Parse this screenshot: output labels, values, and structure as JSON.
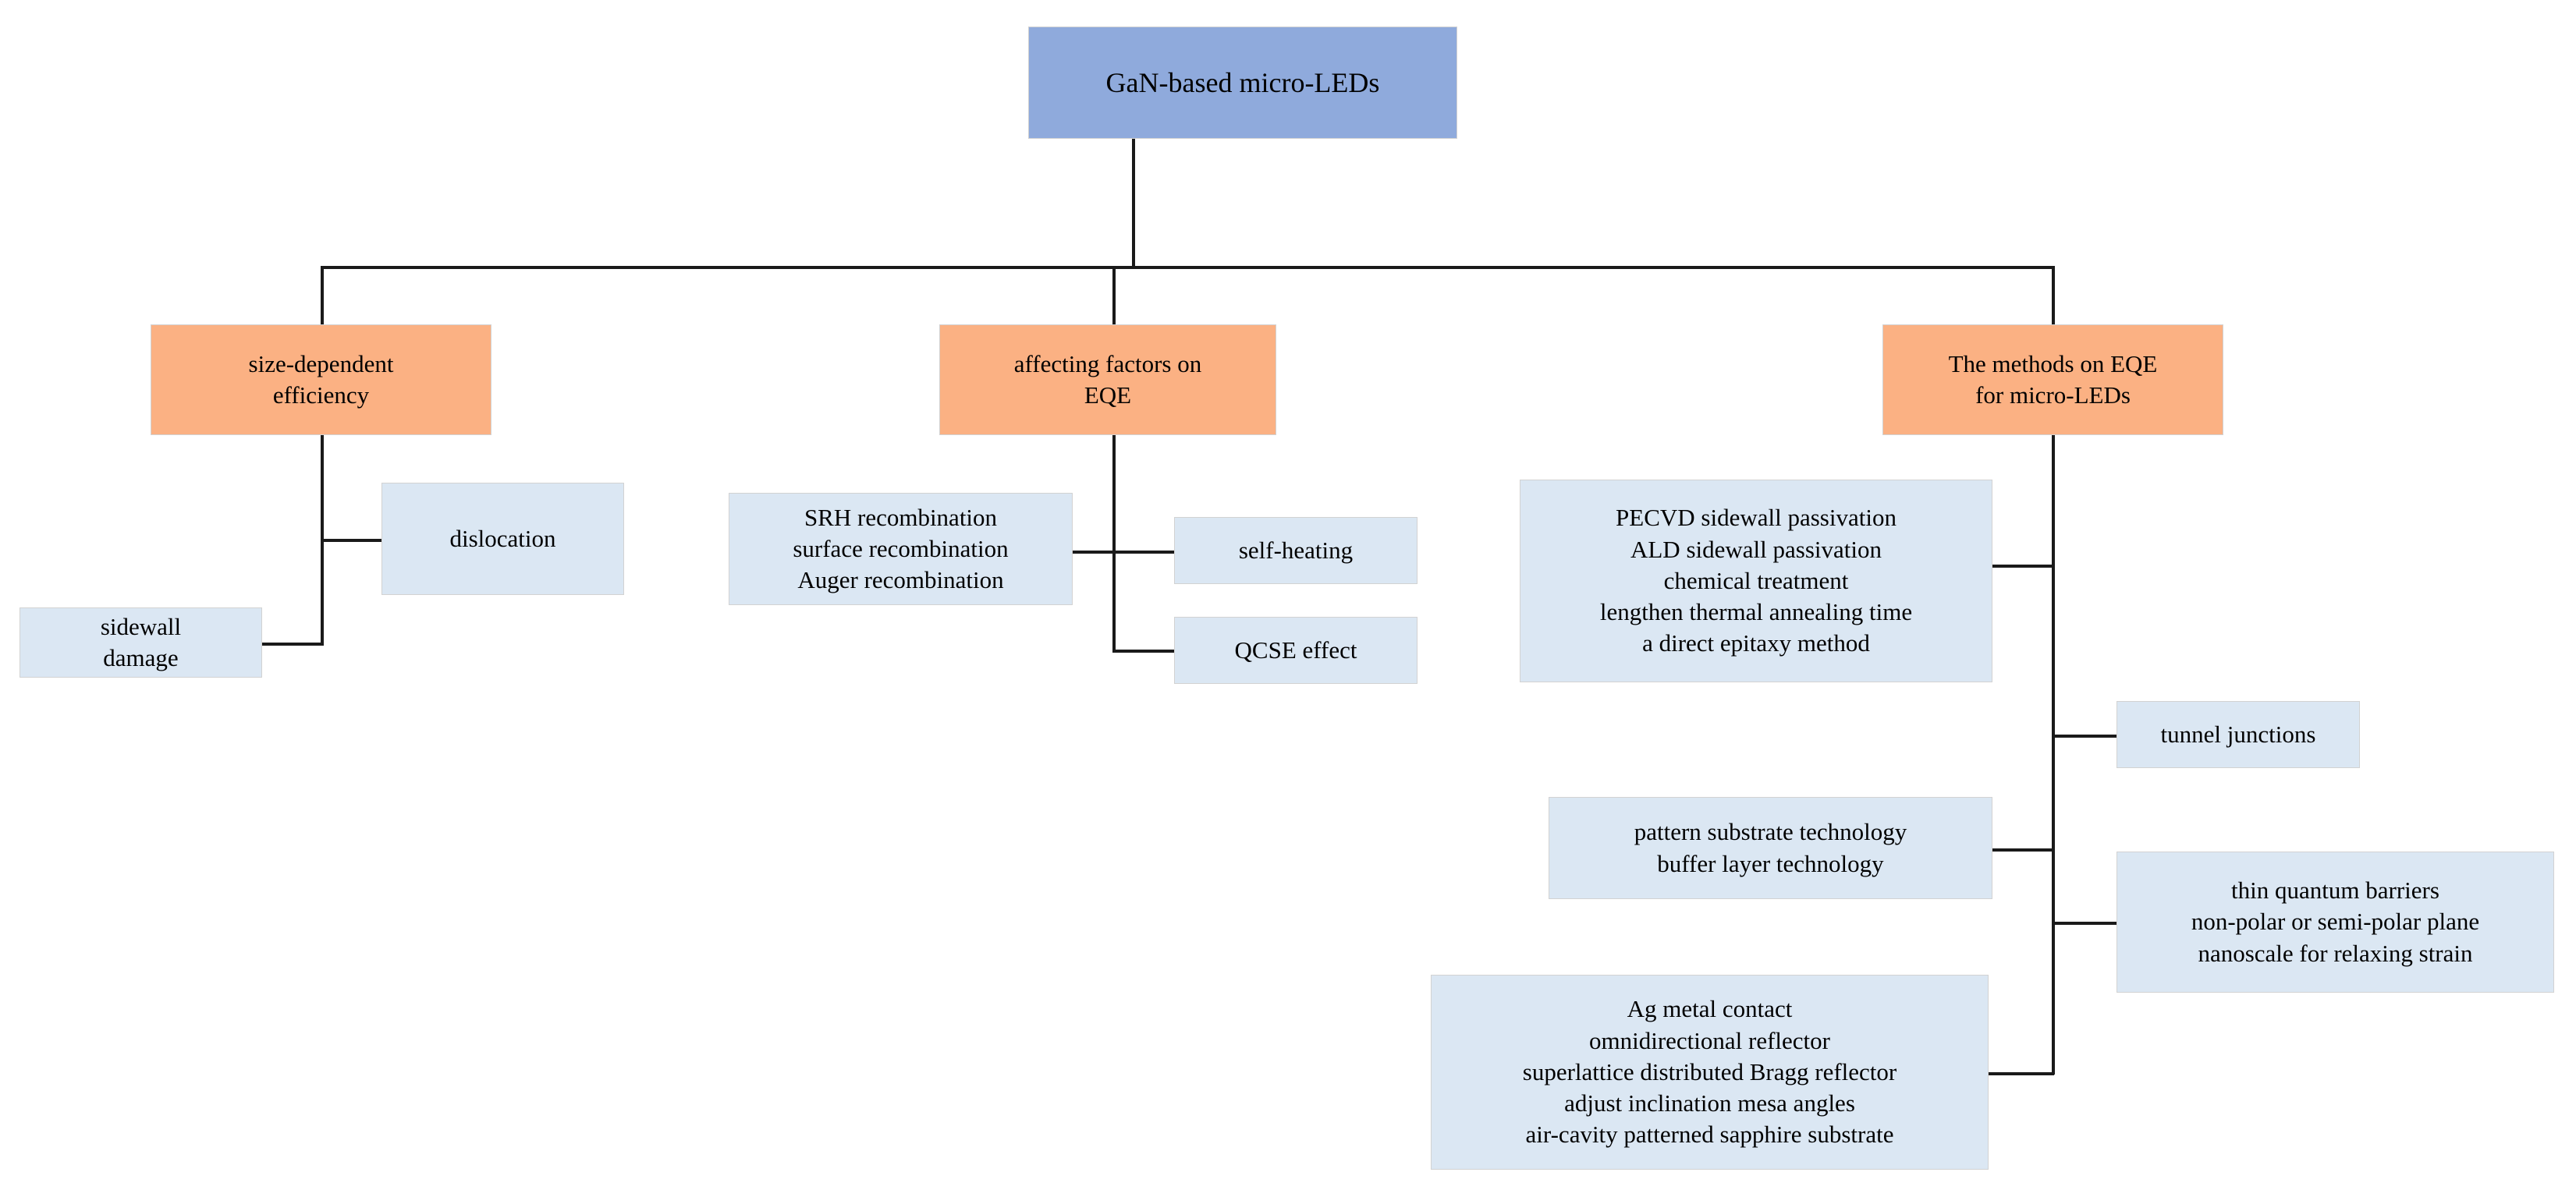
{
  "diagram": {
    "type": "tree",
    "title_node": "GaN-based micro-LEDs",
    "root": {
      "label": "GaN-based micro-LEDs"
    },
    "branches": [
      {
        "id": "size-dependent-efficiency",
        "label": "size-dependent\nefficiency",
        "children": [
          {
            "id": "dislocation",
            "label": "dislocation"
          },
          {
            "id": "sidewall-damage",
            "label": "sidewall\ndamage"
          }
        ]
      },
      {
        "id": "affecting-factors-on-eqe",
        "label": "affecting factors on\nEQE",
        "children": [
          {
            "id": "recombination-mechanisms",
            "label": "SRH recombination\nsurface recombination\nAuger recombination"
          },
          {
            "id": "self-heating",
            "label": "self-heating"
          },
          {
            "id": "qcse-effect",
            "label": "QCSE effect"
          }
        ]
      },
      {
        "id": "methods-on-eqe-for-micro-leds",
        "label": "The methods on EQE\nfor micro-LEDs",
        "children": [
          {
            "id": "passivation-methods",
            "label": "PECVD sidewall passivation\nALD sidewall passivation\nchemical treatment\nlengthen thermal annealing time\na direct epitaxy method"
          },
          {
            "id": "tunnel-junctions",
            "label": "tunnel junctions"
          },
          {
            "id": "substrate-technology",
            "label": "pattern substrate technology\nbuffer layer technology"
          },
          {
            "id": "strain-relaxation-methods",
            "label": "thin quantum barriers\nnon-polar or semi-polar plane\nnanoscale for relaxing  strain"
          },
          {
            "id": "light-extraction-methods",
            "label": "Ag metal contact\nomnidirectional reflector\nsuperlattice distributed Bragg reflector\nadjust inclination mesa angles\nair-cavity patterned sapphire substrate"
          }
        ]
      }
    ],
    "colors": {
      "root_fill": "#8faadc",
      "level1_fill": "#fbb183",
      "leaf_fill": "#dbe7f3",
      "connector": "#1a1a1a",
      "border": "#d2d2d2",
      "background": "#ffffff",
      "text": "#000000"
    }
  }
}
